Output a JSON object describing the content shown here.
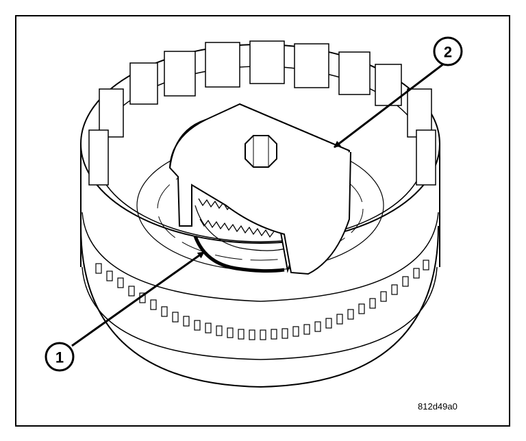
{
  "figure": {
    "callouts": [
      {
        "id": "1"
      },
      {
        "id": "2"
      }
    ],
    "figure_id": "812d49a0"
  },
  "colors": {
    "line": "#000000",
    "background": "#ffffff"
  }
}
